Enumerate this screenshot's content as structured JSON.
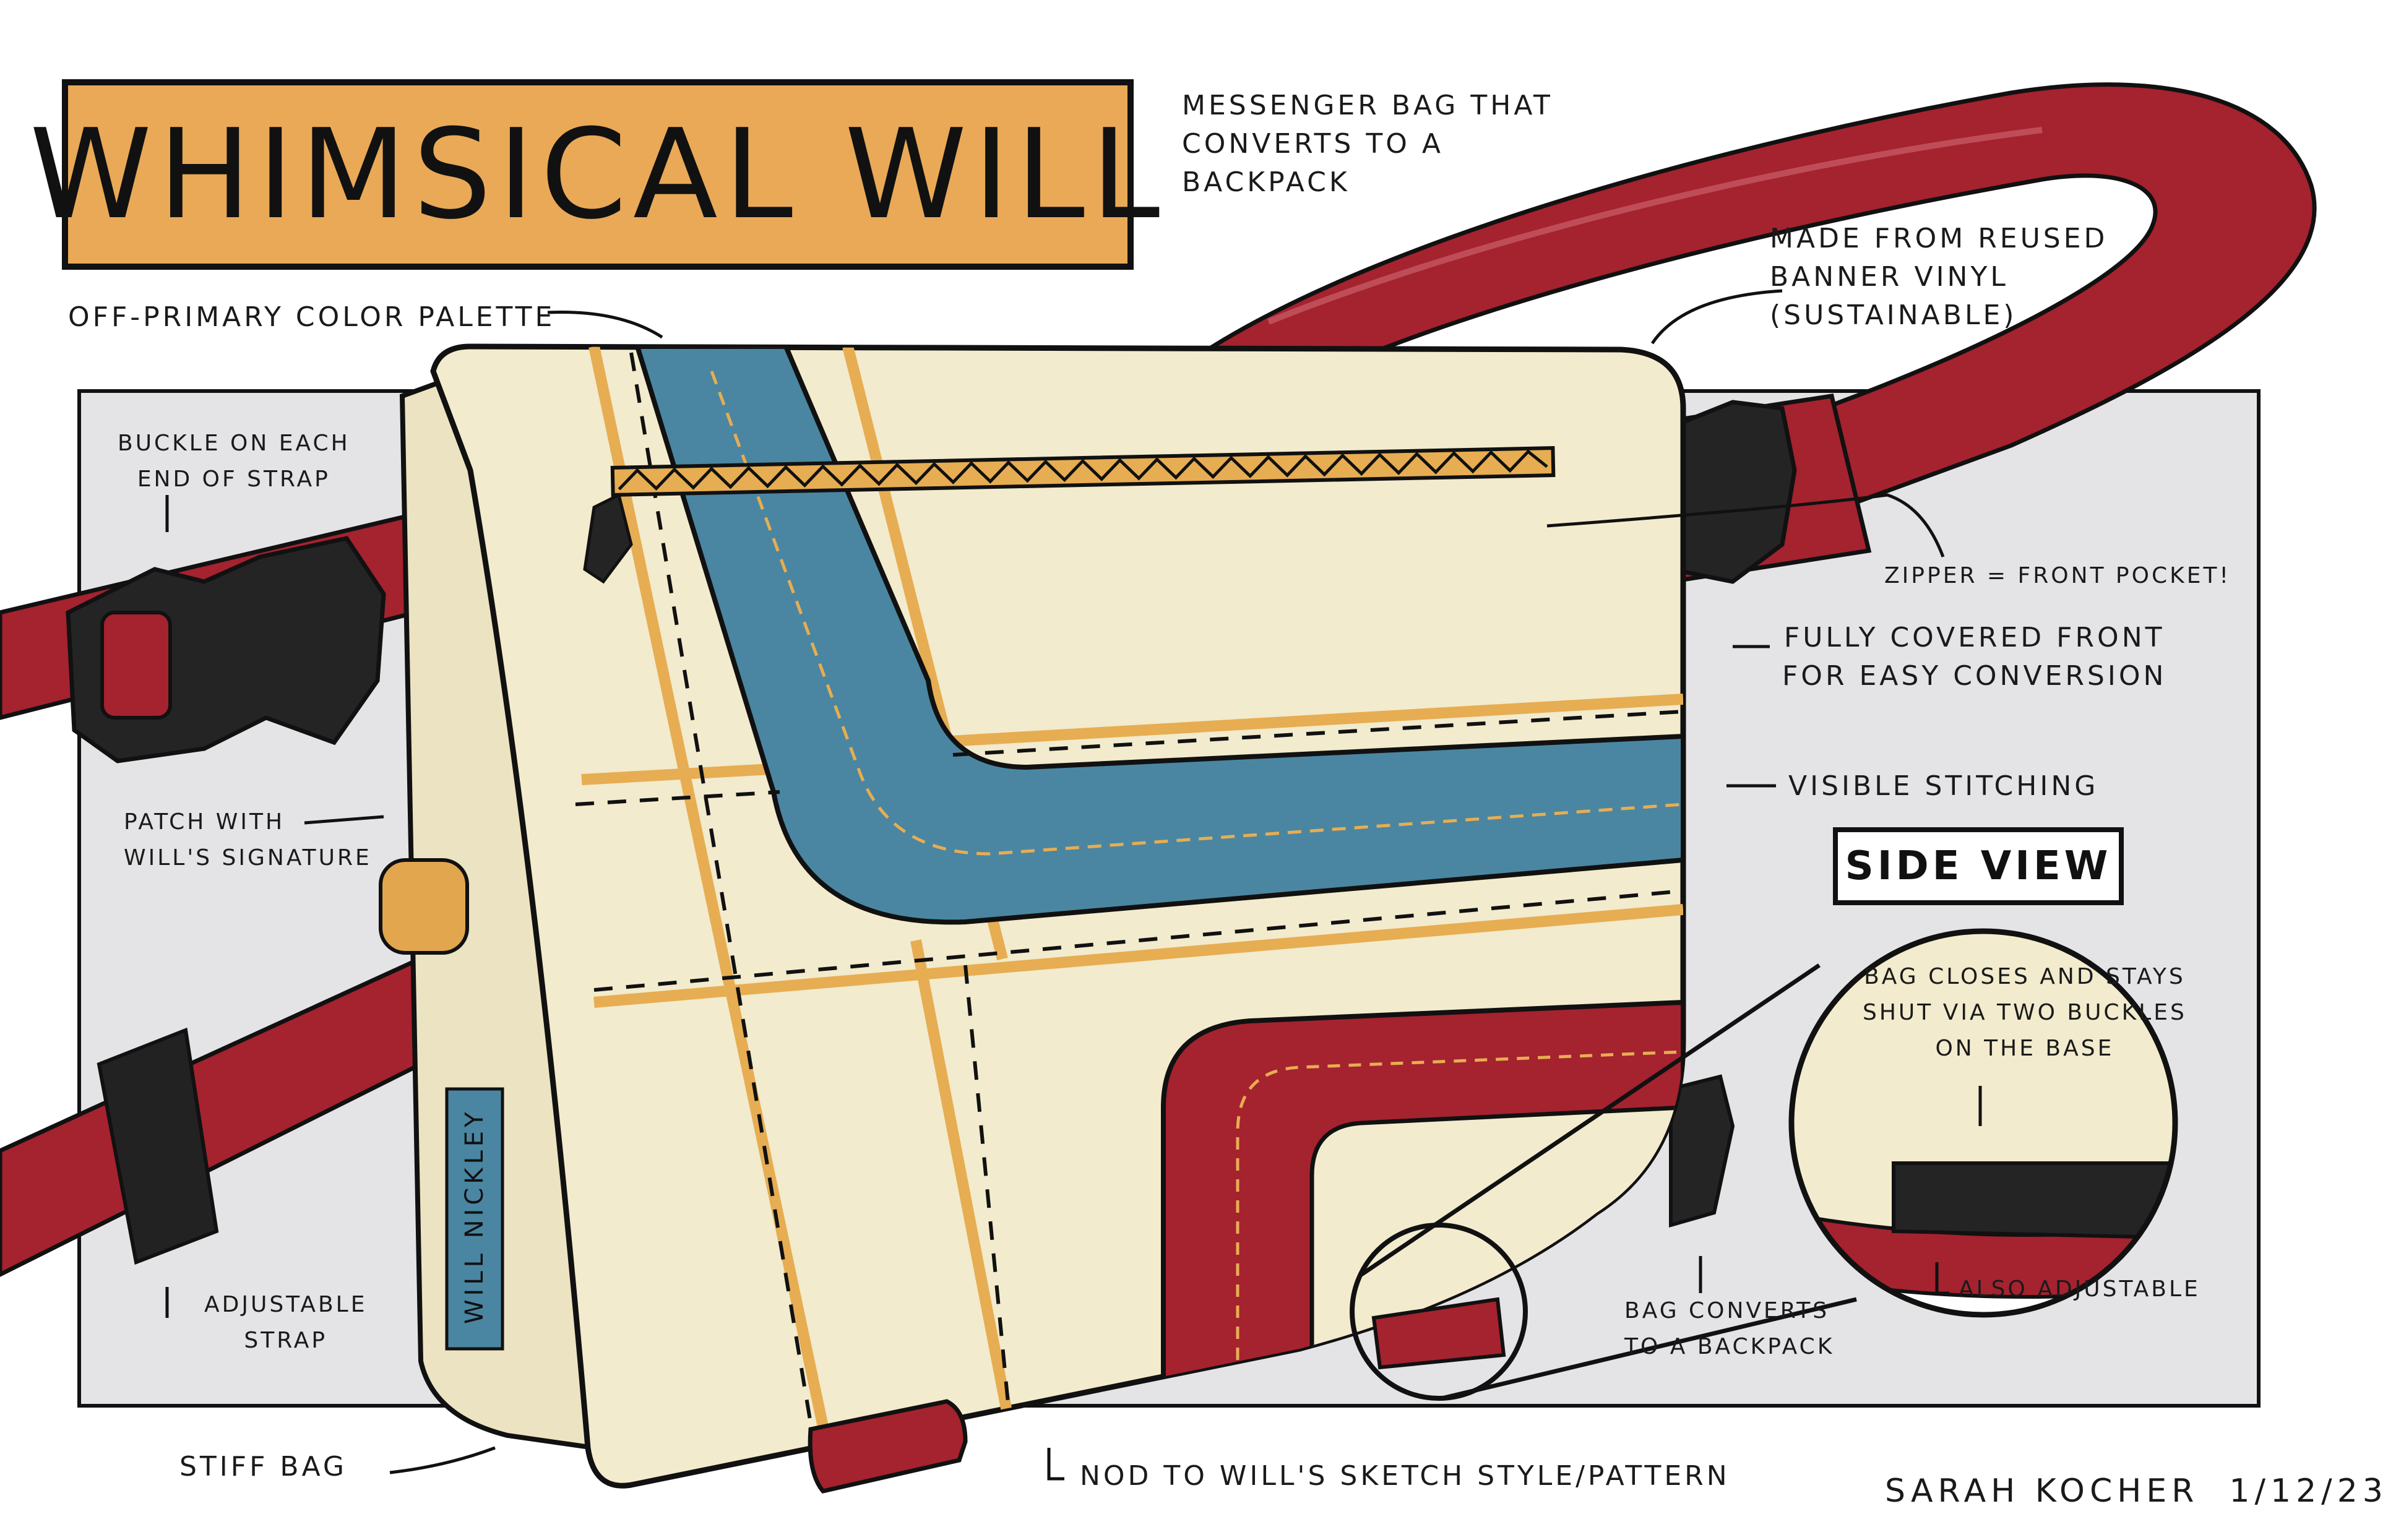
{
  "title": "WHIMSICAL WILL",
  "side_view_label": "SIDE VIEW",
  "notes": {
    "description": "MESSENGER BAG THAT\nCONVERTS TO A\nBACKPACK",
    "material": "MADE FROM REUSED\nBANNER VINYL\n(SUSTAINABLE)",
    "palette": "OFF-PRIMARY COLOR PALETTE",
    "buckle": "BUCKLE ON EACH\nEND OF STRAP",
    "zipper": "ZIPPER = FRONT POCKET!",
    "front": "FULLY COVERED FRONT\nFOR EASY CONVERSION",
    "stitching": "VISIBLE STITCHING",
    "patch": "PATCH WITH\nWILL'S SIGNATURE",
    "adjustable_strap": "ADJUSTABLE\nSTRAP",
    "stiff": "STIFF BAG",
    "nod": "NOD TO WILL'S SKETCH STYLE/PATTERN",
    "converts": "BAG CONVERTS\nTO A BACKPACK",
    "closes": "BAG CLOSES AND STAYS\nSHUT VIA TWO BUCKLES\nON THE BASE",
    "also_adjustable": "ALSO ADJUSTABLE"
  },
  "patch_text": "WILL NICKLEY",
  "signature": "SARAH KOCHER  1/12/23",
  "colors": {
    "title_bg": "#e9a957",
    "bag_cream": "#f2ebcd",
    "strap_red": "#a5222f",
    "stripe_blue": "#4a86a1",
    "stripe_orange": "#e7ad52",
    "buckle_black": "#222222",
    "panel_gray": "#e4e4e6"
  }
}
